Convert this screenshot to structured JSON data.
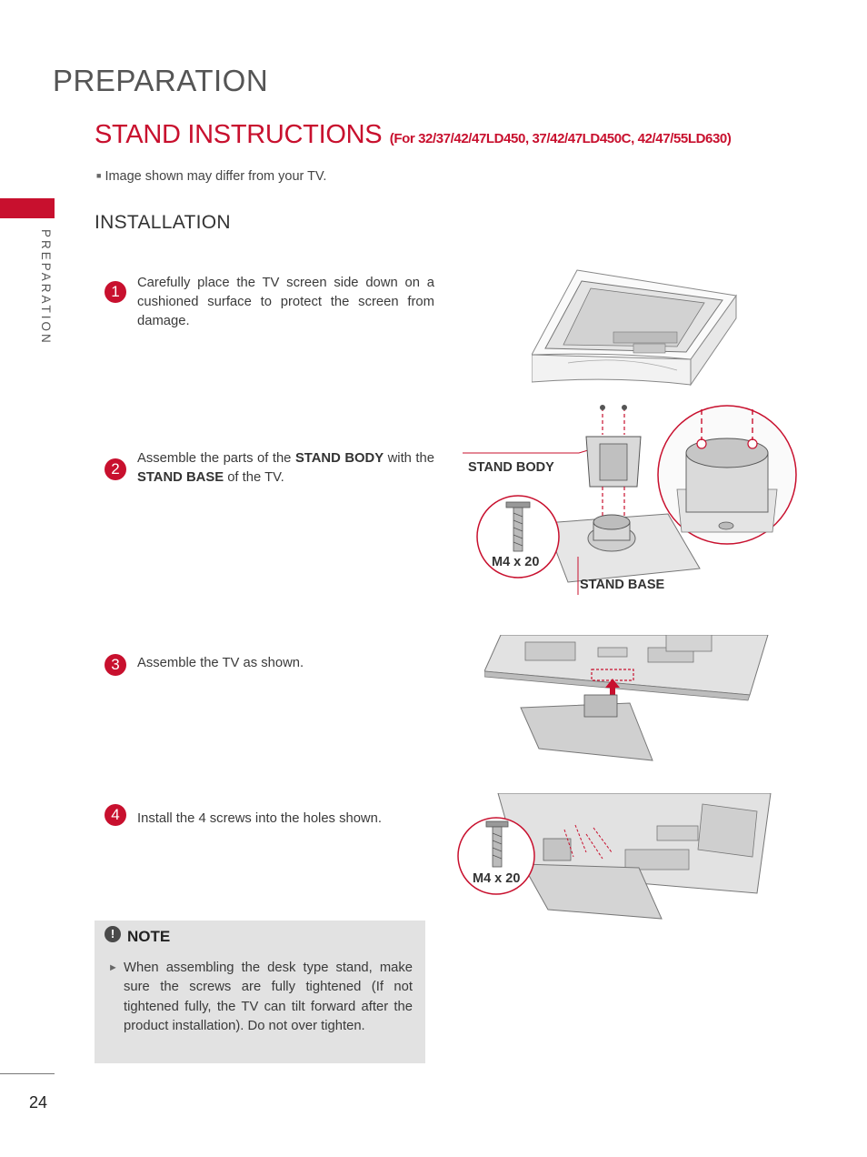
{
  "header": {
    "title": "PREPARATION"
  },
  "side_tab": {
    "label": "PREPARATION"
  },
  "section": {
    "title": "STAND INSTRUCTIONS",
    "models": "(For 32/37/42/47LD450, 37/42/47LD450C, 42/47/55LD630)",
    "image_note": "Image shown may differ from your TV."
  },
  "installation": {
    "title": "INSTALLATION",
    "steps": [
      {
        "number": "1",
        "text": "Carefully place the TV screen side down on a cushioned surface to protect the screen from damage."
      },
      {
        "number": "2",
        "text_a": "Assemble the parts of the ",
        "bold_a": "STAND BODY",
        "text_b": " with the ",
        "bold_b": "STAND BASE",
        "text_c": " of the TV."
      },
      {
        "number": "3",
        "text": "Assemble the TV as shown."
      },
      {
        "number": "4",
        "text": "Install the 4 screws into the holes shown."
      }
    ]
  },
  "figures": {
    "stand_body_label": "STAND BODY",
    "stand_base_label": "STAND BASE",
    "screw_label_2": "M4 x 20",
    "screw_label_4": "M4 x 20"
  },
  "note": {
    "icon": "!",
    "title": "NOTE",
    "bullet": "►",
    "text": "When assembling the desk type stand, make sure the screws are fully tightened (If not tightened fully, the TV can tilt forward after the product installation). Do not  over tighten."
  },
  "footer": {
    "page_number": "24"
  },
  "colors": {
    "accent": "#c8102e",
    "note_bg": "#e2e2e2"
  }
}
